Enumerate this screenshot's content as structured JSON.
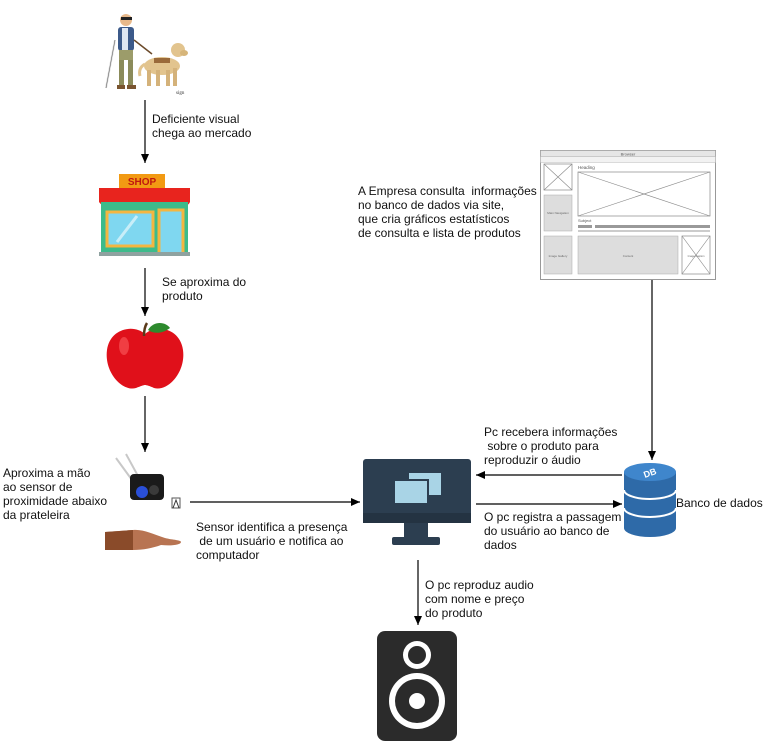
{
  "labels": {
    "step1": "Deficiente visual\nchega ao mercado",
    "step2": "Se aproxima do\nproduto",
    "step3": "Aproxima a mão\nao sensor de\nproximidade abaixo\nda prateleira",
    "step4": "Sensor identifica a presença\n de um usuário e notifica ao\ncomputador",
    "step5": "O pc reproduz audio\ncom nome e preço\ndo produto",
    "company": "A Empresa consulta  informações\nno banco de dados via site,\nque cria gráficos estatísticos\nde consulta e lista de produtos",
    "pc_receives": "Pc recebera informações\n sobre o produto para\nreproduzir o áudio",
    "pc_registers": "O pc registra a passagem\ndo usuário ao banco de\ndados",
    "database": "Banco de dados"
  },
  "shop_sign": "SHOP",
  "db_badge": "DB",
  "mockup": {
    "title": "Browser",
    "heading": "Heading",
    "subtitle": "Subject",
    "box_left": "Main Navigation",
    "box_bottom_left": "Image Gallery",
    "box_bottom_mid": "Content",
    "box_bottom_right": "Image Caption"
  },
  "colors": {
    "monitor": "#2c3e50",
    "screen_window": "#a9d4e6",
    "db_blue": "#2e6aa8",
    "apple": "#e0101a",
    "shop_green": "#3dbb8b",
    "shop_red": "#e8241e",
    "speaker": "#2b2b2b"
  }
}
